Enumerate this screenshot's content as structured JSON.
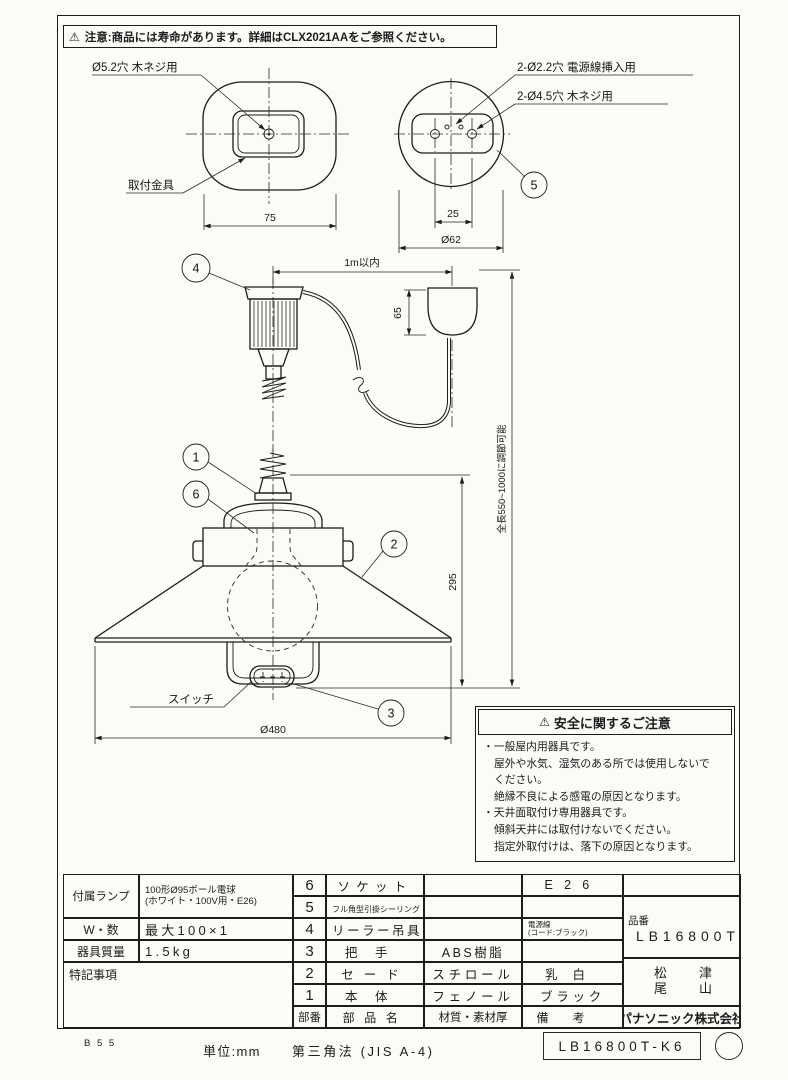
{
  "note_bar": {
    "icon": "⚠",
    "text": "注意:商品には寿命があります。詳細はCLX2021AAをご参照ください。"
  },
  "drawing": {
    "labels": {
      "hole52": "Ø5.2穴 木ネジ用",
      "bracket": "取付金具",
      "hole22": "2-Ø2.2穴 電源線挿入用",
      "hole45": "2-Ø4.5穴 木ネジ用",
      "switch": "スイッチ",
      "cord": "1m以内",
      "total_length": "全長550~1000に調節可能"
    },
    "dims": {
      "w75": "75",
      "s25": "25",
      "d62": "Ø62",
      "h65": "65",
      "h295": "295",
      "d480": "Ø480"
    },
    "balloons": [
      "1",
      "2",
      "3",
      "4",
      "5",
      "6"
    ]
  },
  "safety": {
    "icon": "⚠",
    "title": "安全に関するご注意",
    "lines": [
      "・一般屋内用器具です。",
      "屋外や水気、湿気のある所では使用しないで",
      "ください。",
      "絶縁不良による感電の原因となります。",
      "・天井面取付け専用器具です。",
      "傾斜天井には取付けないでください。",
      "指定外取付けは、落下の原因となります。"
    ]
  },
  "spec_table": {
    "rows": [
      {
        "label": "付属ランプ",
        "value_line1": "100形Ø95ボール電球",
        "value_line2": "(ホワイト・100V用・E26)"
      },
      {
        "label": "W・数",
        "value": "最大100×1"
      },
      {
        "label": "器具質量",
        "value": "1.5kg"
      },
      {
        "label": "特記事項",
        "value": ""
      }
    ]
  },
  "parts_table": {
    "headers": {
      "no": "部番",
      "name": "部品名",
      "material": "材質・素材厚",
      "remarks": "備考"
    },
    "rows": [
      {
        "no": "6",
        "name": "ソケット",
        "material": "",
        "remarks": "E26"
      },
      {
        "no": "5",
        "name": "フル角型引掛シーリング",
        "material": "",
        "remarks": ""
      },
      {
        "no": "4",
        "name": "リーラー吊具",
        "material": "",
        "remarks_line1": "電源線",
        "remarks_line2": "(コード:ブラック)"
      },
      {
        "no": "3",
        "name": "把手",
        "material": "ABS樹脂",
        "remarks": ""
      },
      {
        "no": "2",
        "name": "セード",
        "material": "スチロール",
        "remarks": "乳白"
      },
      {
        "no": "1",
        "name": "本体",
        "material": "フェノール",
        "remarks": "ブラック"
      }
    ]
  },
  "title_block": {
    "part_no_label": "品番",
    "part_no": "LB16800T",
    "approver_left": "松尾",
    "approver_right": "津山",
    "company": "パナソニック株式会社"
  },
  "footer": {
    "sheet_code": "B55",
    "unit": "単位:mm",
    "projection": "第三角法 (JIS A-4)",
    "doc_code": "LB16800T-K6"
  }
}
